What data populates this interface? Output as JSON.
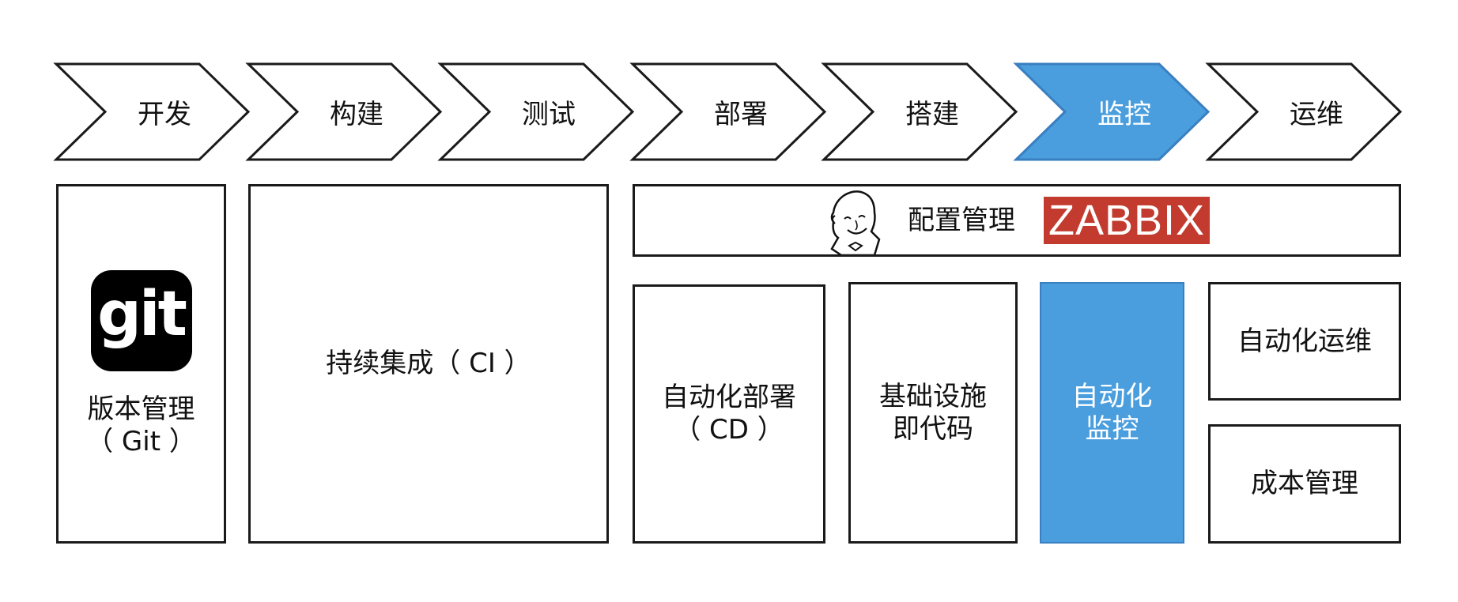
{
  "pipeline": {
    "stages": [
      {
        "label": "开发",
        "active": false
      },
      {
        "label": "构建",
        "active": false
      },
      {
        "label": "测试",
        "active": false
      },
      {
        "label": "部署",
        "active": false
      },
      {
        "label": "搭建",
        "active": false
      },
      {
        "label": "监控",
        "active": true
      },
      {
        "label": "运维",
        "active": false
      }
    ],
    "active_color": "#4a9ede",
    "outline_color": "#1a1a1a"
  },
  "cards": {
    "version_control": {
      "logo": "git-logo",
      "logo_text": "git",
      "line1": "版本管理",
      "line2": "（ Git ）"
    },
    "ci": {
      "label": "持续集成（ CI ）"
    },
    "config_mgmt": {
      "icon": "jenkins-icon",
      "label": "配置管理",
      "logo": "zabbix-logo",
      "logo_text": "ZABBIX",
      "logo_color": "#c23b2e"
    },
    "cd": {
      "line1": "自动化部署",
      "line2": "（ CD ）"
    },
    "iac": {
      "line1": "基础设施",
      "line2": "即代码"
    },
    "monitoring": {
      "line1": "自动化",
      "line2": "监控",
      "color": "#4a9ede"
    },
    "auto_ops": {
      "label": "自动化运维"
    },
    "cost": {
      "label": "成本管理"
    }
  }
}
